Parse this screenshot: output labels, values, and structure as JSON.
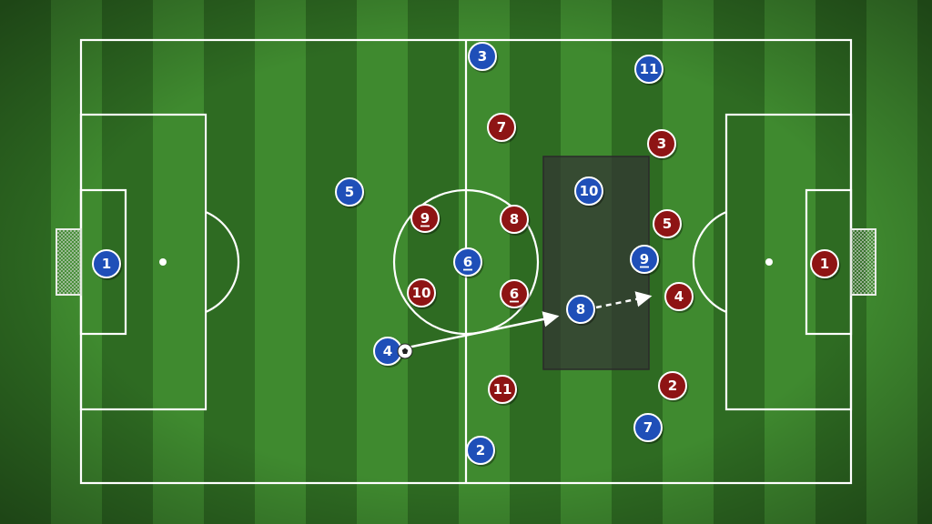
{
  "colors": {
    "grass_light": "#3f8a2f",
    "grass_dark": "#2e6b22",
    "lines": "#ffffff",
    "blue_team": "#1f4fb8",
    "red_team": "#8e1414",
    "zone": "#3a3a3a"
  },
  "blue_players": [
    {
      "number": "1",
      "underline": false
    },
    {
      "number": "3",
      "underline": false
    },
    {
      "number": "5",
      "underline": false
    },
    {
      "number": "6",
      "underline": true
    },
    {
      "number": "4",
      "underline": false,
      "has_ball": true
    },
    {
      "number": "2",
      "underline": false
    },
    {
      "number": "10",
      "underline": false
    },
    {
      "number": "9",
      "underline": true
    },
    {
      "number": "8",
      "underline": false
    },
    {
      "number": "11",
      "underline": false
    },
    {
      "number": "7",
      "underline": false
    }
  ],
  "red_players": [
    {
      "number": "7",
      "underline": false
    },
    {
      "number": "9",
      "underline": true
    },
    {
      "number": "8",
      "underline": false
    },
    {
      "number": "10",
      "underline": false
    },
    {
      "number": "6",
      "underline": true
    },
    {
      "number": "11",
      "underline": false
    },
    {
      "number": "3",
      "underline": false
    },
    {
      "number": "5",
      "underline": false
    },
    {
      "number": "4",
      "underline": false
    },
    {
      "number": "2",
      "underline": false
    },
    {
      "number": "1",
      "underline": false
    }
  ],
  "arrows": [
    {
      "type": "pass",
      "style": "solid",
      "from": "blue-4",
      "to": "blue-8"
    },
    {
      "type": "run",
      "style": "dashed",
      "from": "blue-8",
      "to": "red-4"
    }
  ],
  "highlight_zone": {
    "description": "shaded area in front of defence"
  }
}
